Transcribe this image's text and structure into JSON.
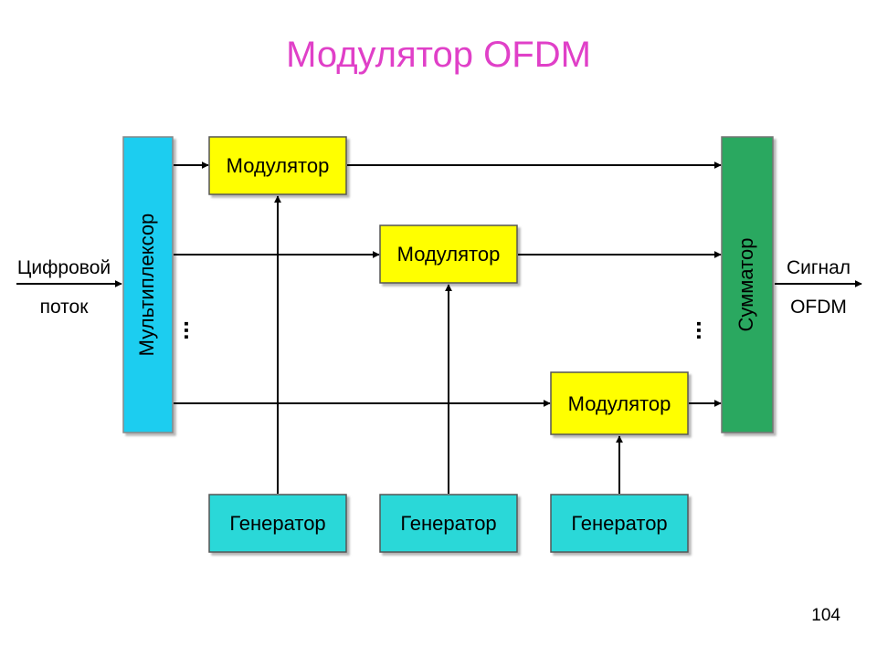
{
  "title": "Модулятор OFDM",
  "page_number": "104",
  "diagram": {
    "input_label": [
      "Цифровой",
      "поток"
    ],
    "output_label": [
      "Сигнал",
      "OFDM"
    ],
    "multiplexer_label": "Мультиплексор",
    "summator_label": "Сумматор",
    "modulators": [
      "Модулятор",
      "Модулятор",
      "Модулятор"
    ],
    "generators": [
      "Генератор",
      "Генератор",
      "Генератор"
    ],
    "ellipsis": "..."
  },
  "colors": {
    "title": "#e040c8",
    "multiplexer": "#1ecdf0",
    "summator": "#2aa860",
    "modulator": "#ffff00",
    "generator": "#2ad8d8",
    "line": "#000000"
  }
}
